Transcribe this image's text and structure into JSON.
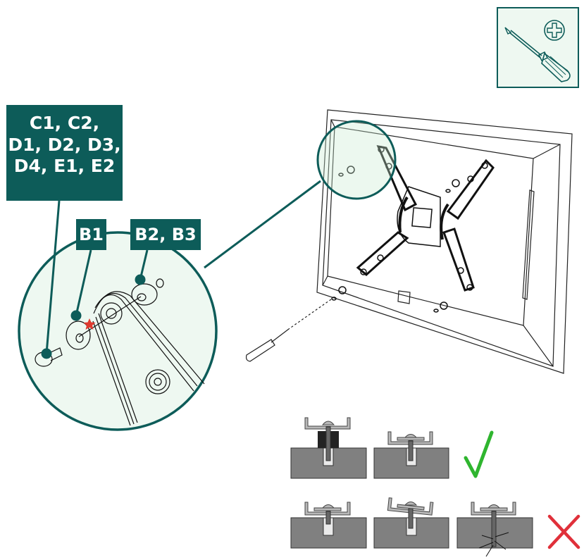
{
  "diagram": {
    "title": "Attach mounting arms to TV back",
    "tool": {
      "icon": "phillips-screwdriver-icon",
      "label": "Phillips screwdriver"
    },
    "callouts": [
      {
        "id": "screws-washers",
        "text_lines": [
          "C1, C2,",
          "D1, D2, D3,",
          "D4, E1, E2"
        ]
      },
      {
        "id": "washer",
        "text": "B1"
      },
      {
        "id": "spacers",
        "text": "B2, B3"
      }
    ],
    "marker": {
      "type": "star",
      "color": "#e03a2f"
    },
    "correct_examples": [
      {
        "desc": "Screw with spacer fully engaged in recessed insert"
      },
      {
        "desc": "Screw fully engaged in flat insert"
      }
    ],
    "incorrect_examples": [
      {
        "desc": "Screw too short, not engaged enough"
      },
      {
        "desc": "Bracket tilted, not seated flat"
      },
      {
        "desc": "Screw too long, cracking the TV back"
      }
    ],
    "status_icons": {
      "correct": "check-mark-icon",
      "incorrect": "cross-mark-icon"
    },
    "colors": {
      "brand": "#0d5c59",
      "tint": "#eef8f1",
      "ok": "#2fb52f",
      "bad": "#e0303a",
      "panel": "#808080"
    }
  }
}
